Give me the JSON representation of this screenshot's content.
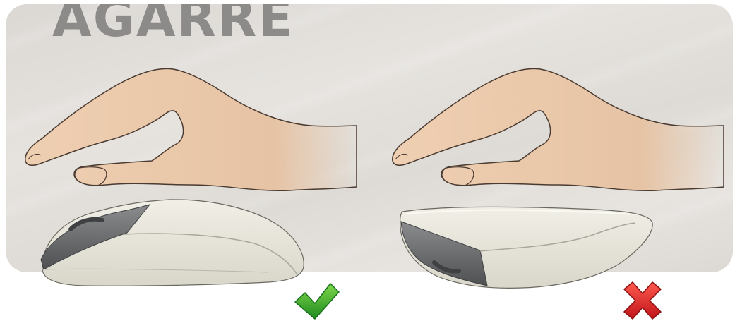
{
  "title": "AGARRE",
  "examples": [
    {
      "verdict": "correct",
      "icon": "green-checkmark-icon"
    },
    {
      "verdict": "incorrect",
      "icon": "red-cross-icon"
    }
  ],
  "colors": {
    "panel": "#e0ddd9",
    "title": "#8d8b89",
    "skin": "#e9c7a9",
    "skin_outline": "#4a3a30",
    "mouse_body": "#e8e6dc",
    "mouse_side": "#6e7072",
    "check": "#3aa52a",
    "cross": "#e0262a"
  }
}
